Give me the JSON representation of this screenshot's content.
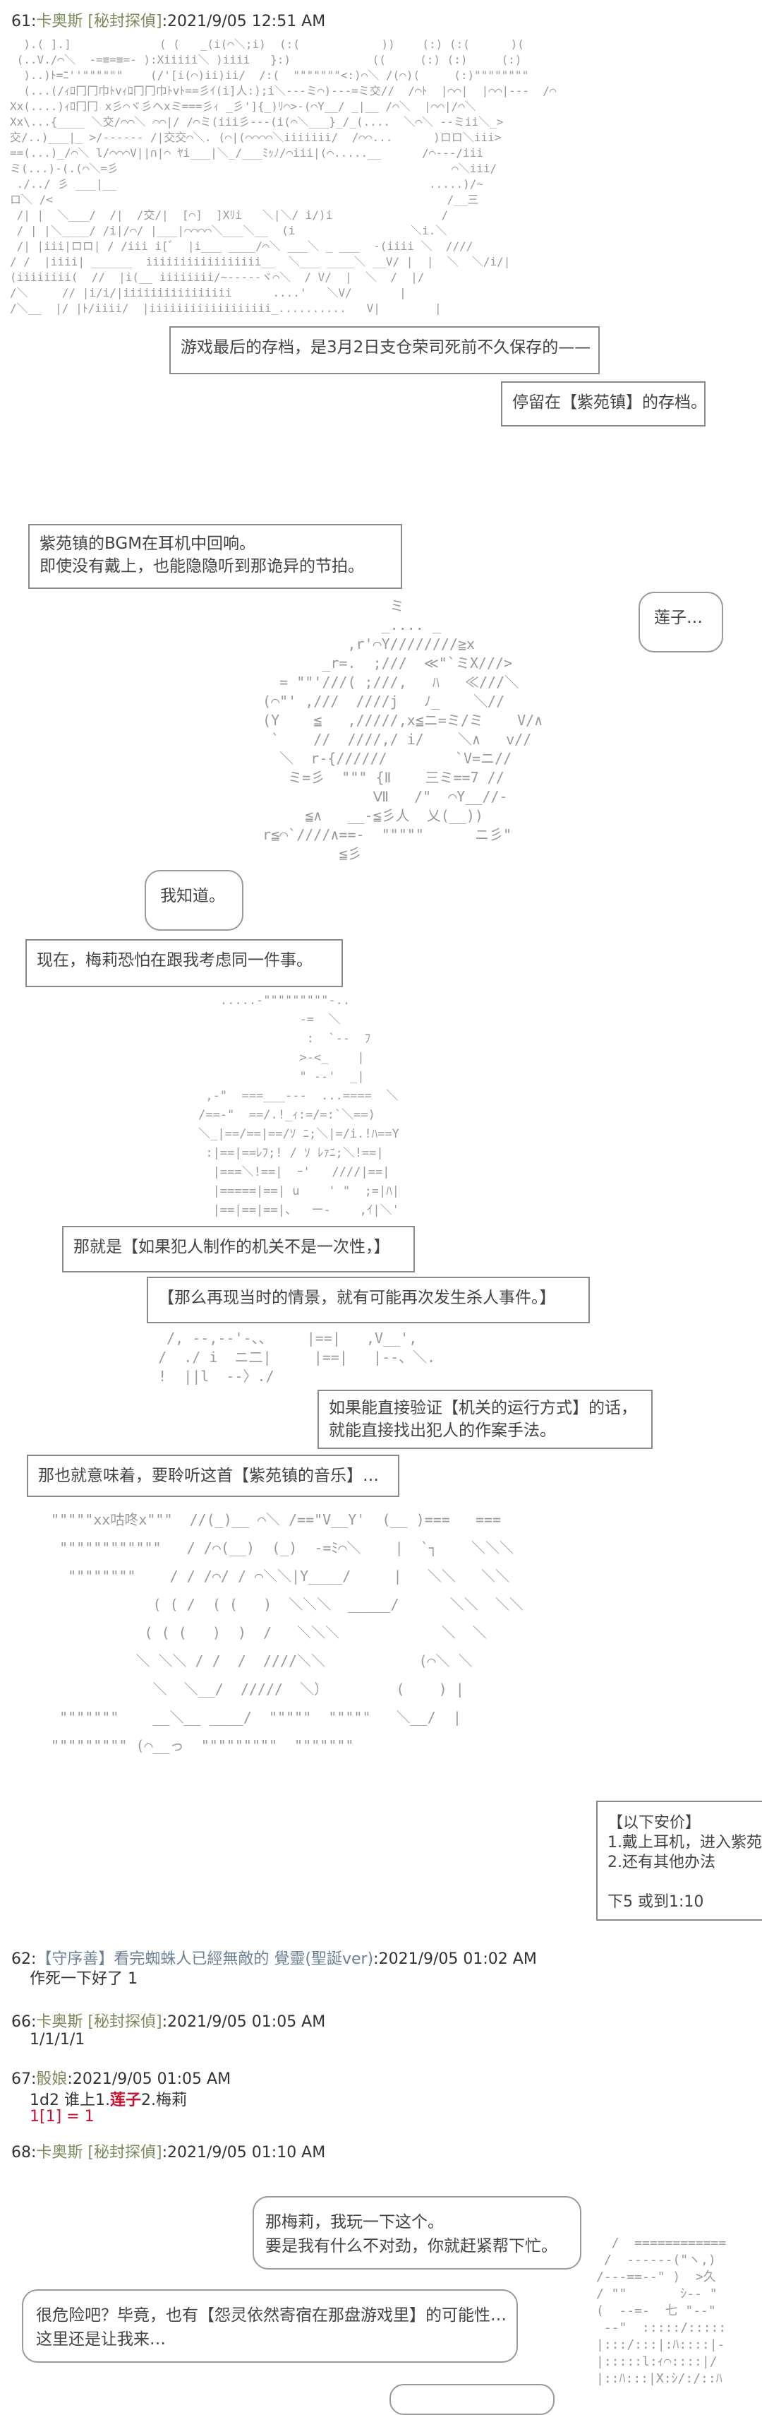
{
  "posts": [
    {
      "num": "61:",
      "name": "卡奥斯 [秘封探偵]",
      "date": ":2021/9/05 12:51 AM"
    },
    {
      "num": "62:",
      "name": "【守序善】看完蜘蛛人已經無敵的 覺靈(聖誕ver)",
      "date": ":2021/9/05 01:02 AM",
      "body": "作死一下好了 1"
    },
    {
      "num": "66:",
      "name": "卡奥斯 [秘封探偵]",
      "date": ":2021/9/05 01:05 AM",
      "body": "1/1/1/1"
    },
    {
      "num": "67:",
      "name": "骰娘",
      "date": ":2021/9/05 01:05 AM",
      "body_a": "1d2 谁上1.",
      "body_red": "莲子",
      "body_b": "2.梅莉",
      "result": "1[1] = 1"
    },
    {
      "num": "68:",
      "name": "卡奥斯 [秘封探偵]",
      "date": ":2021/9/05 01:10 AM"
    }
  ],
  "boxes": {
    "save1": "游戏最后的存档，是3月2日支仓荣司死前不久保存的——",
    "save2": "停留在【紫苑镇】的存档。",
    "bgm1": "紫苑镇的BGM在耳机中回响。",
    "bgm2": "即使没有戴上，也能隐隐听到那诡异的节拍。",
    "renko": "莲子…",
    "know": "我知道。",
    "same": "现在，梅莉恐怕在跟我考虑同一件事。",
    "trap": "那就是【如果犯人制作的机关不是一次性，】",
    "recreate": "【那么再现当时的情景，就有可能再次发生杀人事件。】",
    "verify1": "如果能直接验证【机关的运行方式】的话，",
    "verify2": "就能直接找出犯人的作案手法。",
    "listen": "那也就意味着，要聆听这首【紫苑镇的音乐】…",
    "vote_title": "【以下安价】",
    "vote_1": "1.戴上耳机，进入紫苑",
    "vote_2": "2.还有其他办法",
    "vote_deadline": "下5  或到1:10",
    "merry1": "那梅莉，我玩一下这个。",
    "merry2": "要是我有什么不对劲，你就赶紧帮下忙。",
    "danger1": "很危险吧？毕竟，也有【怨灵依然寄宿在那盘游戏里】的可能性…",
    "danger2": "这里还是让我来…"
  },
  "aa": {
    "scene1": "  ).( ].]             ( (   _(i(⌒＼;i)  (:(            ))    (:) (:(      )(\n (..V./⌒＼  -=≡=≡=- ):Xiiiii＼ )iiii   }:)            ((     (:) (:)     (:)\n  )..)ﾄ=ﾆ''\"\"\"\"\"\"    (/'[i(⌒)ii)ii/  /:(  \"\"\"\"\"\"\"<:)⌒＼ /(⌒)(     (:)\"\"\"\"\"\"\"\"\n  (...(/ｨﾛ冂冂巾ﾄvｨﾛ冂冂巾ﾄvﾄ==彡ｲ(i]人:);i＼---ミ⌒)---=ミ交//  /⌒ﾄ  |⌒⌒|  |⌒⌒|---  /⌒\nXx(....)ｨﾛ冂冂 x彡⌒ヾ彡ヘxミ===彡ｨ _彡']{_)ﾘ⌒>-(⌒Y__/ _|__ /⌒＼  |⌒⌒|/⌒＼\nXx\\...{____ ＼交/⌒⌒＼ ⌒⌒|/ /⌒ミ(iii彡---(i(⌒＼___}_/_(....  ＼⌒＼ --ミii＼_>\n交/..)___|_ >/------ /|交交⌒＼. (⌒|(⌒⌒⌒⌒＼iiiiiii/  /⌒⌒...      )ロロ＼iii>\n==(...)_/⌒＼ l/⌒⌒⌒V||∩|⌒ ﾔi___|＼_/___ﾐｯﾉ/⌒iii|(⌒.....__      /⌒---/iii\nミ(...)-(.(⌒＼=彡                                                 ⌒＼iii/\n ./../ 彡 ___|__                                              .....)/~\nロ＼ /<                                                          /__三\n /| |  ＼___/  /|  /交/|  [⌒]  ]Xﾘi   ＼|＼/ i/)i                /\n / | |＼____/ /i|/⌒/ |___|⌒⌒⌒⌒＼___＼__  (i                 ＼i.＼\n /| |iii|ロロ| / /iii i[ﾞ  |i___ ____/⌒＼ ___＼ _ ___  -(iiii ＼  ////\n/ /  |iiii| ______  iiiiiiiiiiiiiiiii__  ＼___ ____＼ __V/ |  |  ＼  ＼/i/|\n(iiiiiiii(  //  |i(__ iiiiiiii/~-----ヾ⌒＼  / V/  |  ＼  /  |/\n/＼     // |i/i/|iiiiiiiiiiiiiiii      ....'   ＼V/       |\n/＼__  |/ |ﾄ/iiii/  |iiiiiiiiiiiiiiiiii_..........   V|        |",
    "scene2": "                ミ\n               _.... _\n           ,r'⌒Y////////≧x\n        _r=.  ;///  ≪\"`ミX///>\n   = \"\"'///( ;///,   ﾊ   ≪///＼\n (⌒\"' ,///  ////j   ﾉ_    ＼//\n (Y    ≦   ,/////,x≦ニ=ミ/ミ    V/∧\n  `    //  ////,/ i/    ＼∧   v//\n   ＼  r-{//////        `V=ニ//\n    ミ=彡  \"\"\" {Ⅱ    三ミ==7 //\n              Ⅶ   /\"  ⌒Y__//-\n      ≦∧   __-≦彡人  乂(__))\n r≦⌒`////∧==-  \"\"\"\"\"      ニ彡\"\n          ≦彡",
    "scene3": "        .....-\"\"\"\"\"\"\"\"\"-..\n                   -=  ＼\n                    :  `--  ﾌ\n                   >-<_    |\n                   \" --'  _|\n      ,-\"  ===___---  ...====  ＼\n     /==-\"  ==/.!_ｨ:=/=:`＼==)\n     ＼_|==/==|==/ｿ ﾆ;＼|=/i.!ﾊ==Y\n      :|==|==ﾚﾌ;! / ｿ ﾚｧﾆ;＼!==|\n       |===＼!==|  ｰ'   ////|==|\n       |=====|==| u    ' \"  ;=|ﾊ|\n       |==|==|==|、  ー-    ,ｲ|＼'",
    "scene4": "   /, --,--'-、、    |==|   ,V__',\n  /  ./ i  ニ二|     |==|   |--、＼.\n  !  ||l  --〉./",
    "scene5": " \"\"\"\"\"xx咕咚x\"\"\"  //(_)__ ⌒＼ /==\"V__Y'  (__ )===   ===\n  \"\"\"\"\"\"\"\"\"\"\"\"   / /⌒(__)  (_)  ‐=ﾐ⌒＼    |  `┐    ＼＼＼\n   \"\"\"\"\"\"\"\"    / / /⌒/ / ⌒＼＼|Y____/     |   ＼＼   ＼＼\n             ( ( /  ( (   )  ＼＼＼  _____/      ＼＼  ＼＼\n            ( ( (   )  )  /   ＼＼＼            ＼  ＼\n           ＼ ＼＼ / /  /  ////＼＼           (⌒＼ ＼\n             ＼  ＼__/  /////  ＼）        (    ) |\n  \"\"\"\"\"\"\"    __＼__ ____/  \"\"\"\"\"  \"\"\"\"\"   ＼__/  |\n \"\"\"\"\"\"\"\"\" (⌒__っ  \"\"\"\"\"\"\"\"\"  \"\"\"\"\"\"\"",
    "scene6": "  /  ============\n /  ------(\"ヽ,)\n/---==--\" )  >久\n/ \"\"       ｼ-- \"\n(  --=-  七 \"--\"\n --\"  :::::/:::::\n|:::/:::|:ﾊ::::|-\n|:::::l:ｨ⌒::::|/\n|::ﾊ:::|X:ｼ/:/::ﾊ"
  },
  "colors": {
    "name": "#7d8a5c",
    "name_alt": "#6c8096",
    "dice_red": "#c8102e"
  }
}
